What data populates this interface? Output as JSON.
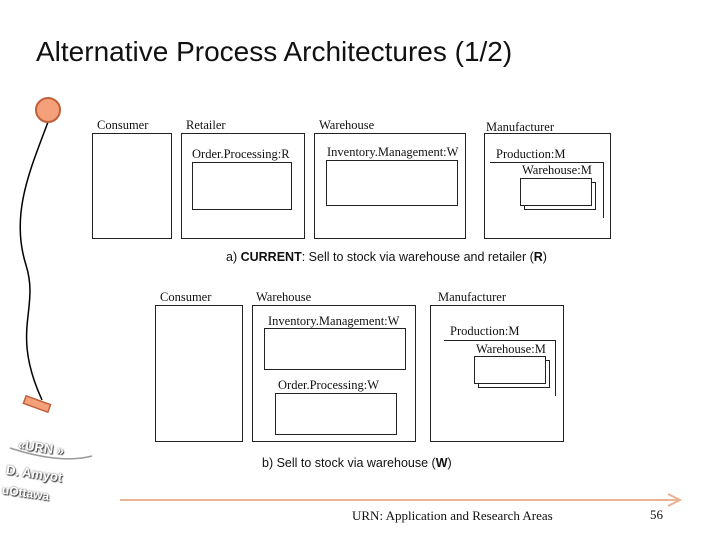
{
  "title": "Alternative Process Architectures (1/2)",
  "diagram_a": {
    "actors": [
      "Consumer",
      "Retailer",
      "Warehouse",
      "Manufacturer"
    ],
    "components": {
      "retailer": "Order.Processing:R",
      "warehouse": "Inventory.Management:W",
      "manufacturer": "Production:M",
      "manufacturer_sub": "Warehouse:M"
    },
    "caption_prefix": "a) ",
    "caption_bold": "CURRENT",
    "caption_mid": ": Sell to stock via warehouse and retailer (",
    "caption_bold2": "R",
    "caption_end": ")"
  },
  "diagram_b": {
    "actors": [
      "Consumer",
      "Warehouse",
      "Manufacturer"
    ],
    "components": {
      "warehouse": "Inventory.Management:W",
      "order": "Order.Processing:W",
      "manufacturer": "Production:M",
      "manufacturer_sub": "Warehouse:M"
    },
    "caption_prefix": "b) Sell to stock via warehouse (",
    "caption_bold": "W",
    "caption_end": ")"
  },
  "logo": {
    "line1": "«URN »",
    "line2": "D. Amyot",
    "line3": "uOttawa"
  },
  "footer": {
    "text": "URN: Application and Research Areas",
    "page": "56"
  },
  "colors": {
    "accent": "#f4a07a",
    "accent_border": "#c0603a"
  }
}
